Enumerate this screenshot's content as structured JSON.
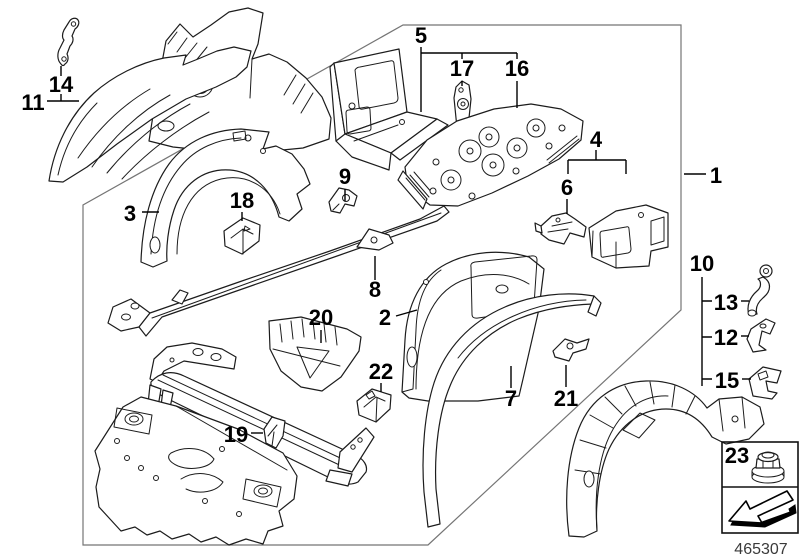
{
  "document": {
    "type": "exploded-parts-diagram",
    "drawing_number": "465307",
    "background_color": "#ffffff",
    "line_color": "#1c1c1c",
    "frame_color": "#757575",
    "label_color": "#000000"
  },
  "callouts": [
    "1",
    "2",
    "3",
    "4",
    "5",
    "6",
    "7",
    "8",
    "9",
    "10",
    "11",
    "12",
    "13",
    "14",
    "15",
    "16",
    "17",
    "18",
    "19",
    "20",
    "21",
    "22",
    "23"
  ],
  "legend": {
    "box_label": "23",
    "fastener_icon": "clip-nut-icon",
    "arrow_icon": "direction-arrow-icon"
  }
}
